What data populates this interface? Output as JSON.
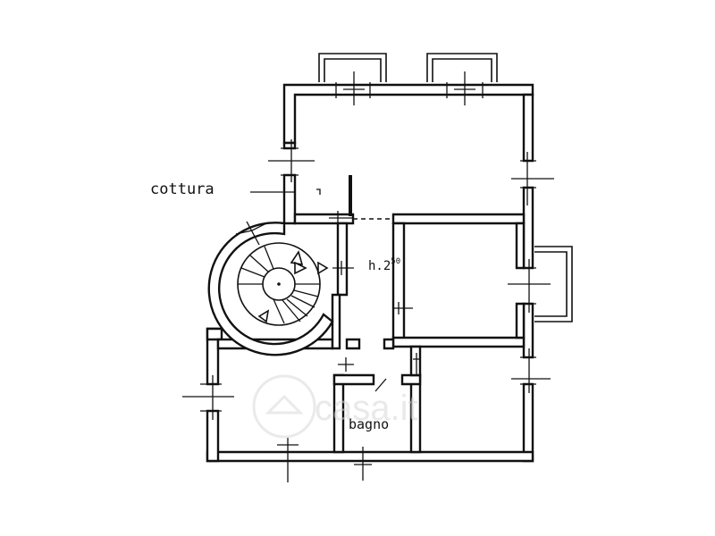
{
  "labels": {
    "cooking": "cottura",
    "height_base": "h.2",
    "height_sup": "50",
    "bathroom": "bagno",
    "watermark": "casa.it"
  }
}
